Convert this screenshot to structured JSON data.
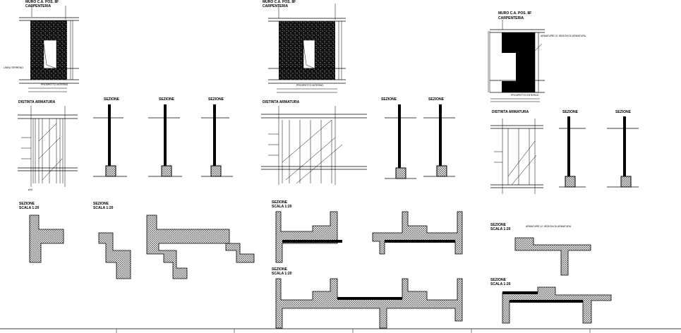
{
  "drawing": {
    "panels": [
      {
        "title": "MURO C.A. POS. 8F",
        "subtitle": "CARPENTERIA",
        "view_label": "PROSPETTO INTERNO",
        "note": "LINEA TERRENO"
      },
      {
        "title": "MURO C.A. POS. 8F",
        "subtitle": "CARPENTERIA",
        "view_label": "PROSPETTO INTERNO"
      },
      {
        "title": "MURO C.A. POS. 8F",
        "subtitle": "CARPENTERIA",
        "view_label": "PROSPETTO ESTERNO"
      }
    ],
    "rebar_schedule_title": "DISTINTA ARMATURA",
    "section_title": "SEZIONE",
    "scale_label": "SCALA 1:20",
    "bar_label": "ø10",
    "rebar_note": "ARMATURE LE SEZIONI DI ARMATURA"
  },
  "colors": {
    "ink": "#000000",
    "paper": "#ffffff",
    "hatch": "#808080"
  }
}
